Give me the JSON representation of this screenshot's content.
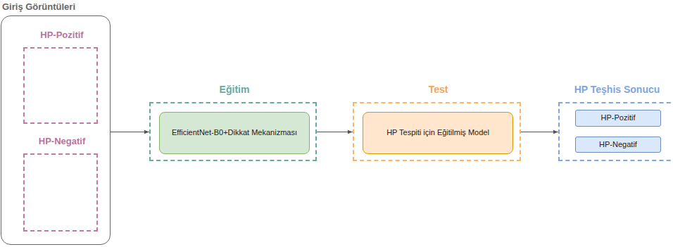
{
  "diagram": {
    "nodes": [
      {
        "text": [
          "Giriş Görüntüleri"
        ]
      },
      {
        "text": [
          "HP-Pozitif"
        ],
        "in": 0
      },
      {
        "text": [
          "HP-Negatif"
        ],
        "in": 0
      },
      {
        "text": [
          "Eğitim"
        ]
      },
      {
        "text": [
          "EfficientNet-B0+Dikkat Mekanizması"
        ],
        "in": 3
      },
      {
        "text": [
          "Test"
        ]
      },
      {
        "text": [
          "HP Tespiti için Eğitilmiş Model"
        ],
        "in": 5
      },
      {
        "text": [
          "HP Teşhis Sonucu"
        ]
      },
      {
        "text": [
          "HP-Pozitif"
        ],
        "in": 7
      },
      {
        "text": [
          "HP-Negatif"
        ],
        "in": 7
      }
    ],
    "edges": [
      {
        "from": 0,
        "to": 3,
        "arrow": "to"
      },
      {
        "from": 3,
        "to": 5,
        "arrow": "to"
      },
      {
        "from": 5,
        "to": 7,
        "arrow": "to"
      }
    ]
  }
}
